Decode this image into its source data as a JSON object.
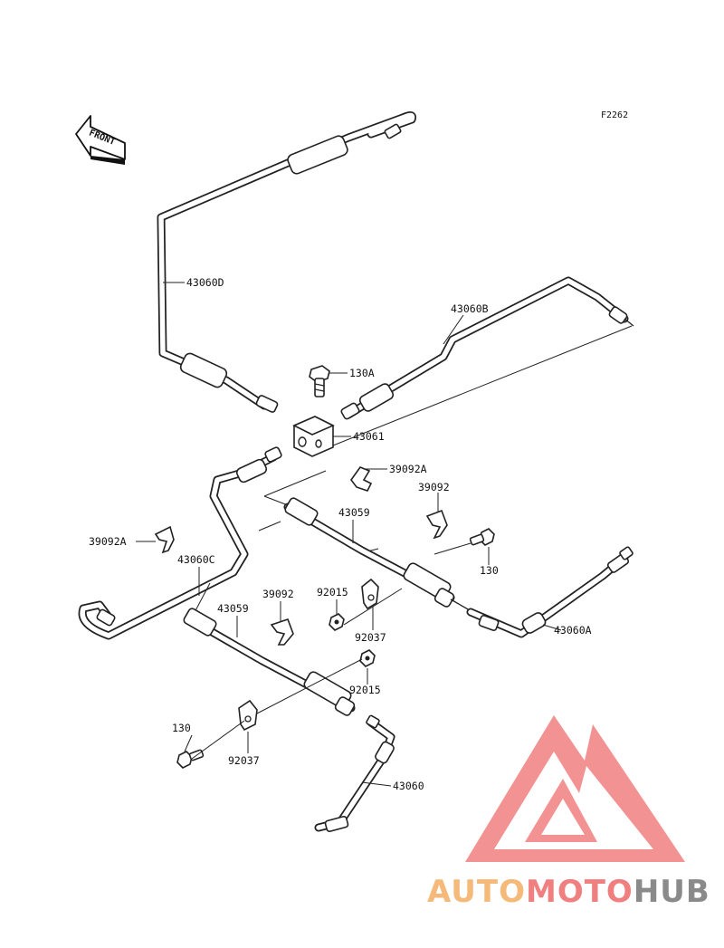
{
  "figure_code": "F2262",
  "front_arrow": {
    "label": "FRONT"
  },
  "labels": {
    "l_43060D": "43060D",
    "l_43060B": "43060B",
    "l_130A": "130A",
    "l_43061": "43061",
    "l_39092A_top": "39092A",
    "l_39092_top": "39092",
    "l_43059_top": "43059",
    "l_39092A_left": "39092A",
    "l_43060C": "43060C",
    "l_130_right": "130",
    "l_39092_mid": "39092",
    "l_92015_top": "92015",
    "l_43059_bot": "43059",
    "l_92037_right": "92037",
    "l_43060A": "43060A",
    "l_92015_bot": "92015",
    "l_130_left": "130",
    "l_92037_left": "92037",
    "l_43060": "43060"
  },
  "watermark": {
    "part1": "AUTO",
    "part2": "MOTO",
    "part3": "HUB",
    "color_orange": "#f5b97a",
    "color_red": "#f08080",
    "color_grey": "#8a8a8a"
  }
}
